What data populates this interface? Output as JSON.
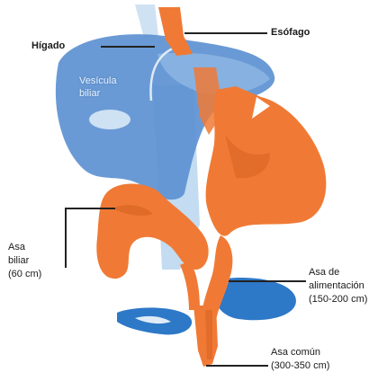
{
  "labels": {
    "liver": "Hígado",
    "esophagus": "Esófago",
    "gallbladder": [
      "Vesícula",
      "biliar"
    ],
    "biliary_limb": [
      "Asa",
      "biliar",
      "(60 cm)"
    ],
    "alimentary_limb": [
      "Asa de",
      "alimentación",
      "(150-200 cm)"
    ],
    "common_limb": [
      "Asa común",
      "(300-350 cm)"
    ]
  },
  "colors": {
    "liver_blue": "#5a8fd0",
    "liver_dark": "#3f6fb3",
    "light_blue": "#b9d6ee",
    "bowel_orange": "#f07a35",
    "bowel_dark": "#c9561a",
    "pancreas_blue": "#2e78c8",
    "leader_line": "#222222"
  }
}
